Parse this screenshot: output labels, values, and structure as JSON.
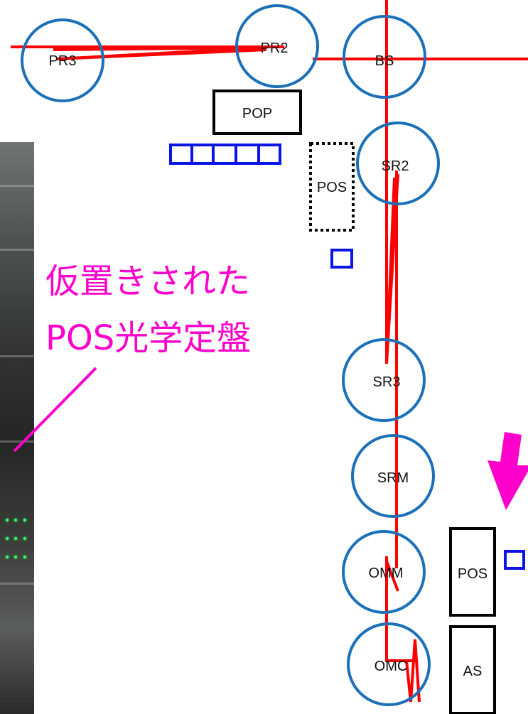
{
  "annotation": {
    "line1": "仮置きされた",
    "line2": "POS光学定盤",
    "color": "#ff00cc"
  },
  "optics": {
    "PR3": "PR3",
    "PR2": "PR2",
    "BS": "BS",
    "SR2": "SR2",
    "SR3": "SR3",
    "SRM": "SRM",
    "OMM": "OMM",
    "OMC": "OMC"
  },
  "boxes": {
    "POP": "POP",
    "POS_dotted": "POS",
    "POS_lower": "POS",
    "AS": "AS"
  },
  "colors": {
    "mirror": "#1b70b8",
    "beam": "#ff0000",
    "sensor": "#0a14e6",
    "box": "#000000"
  }
}
